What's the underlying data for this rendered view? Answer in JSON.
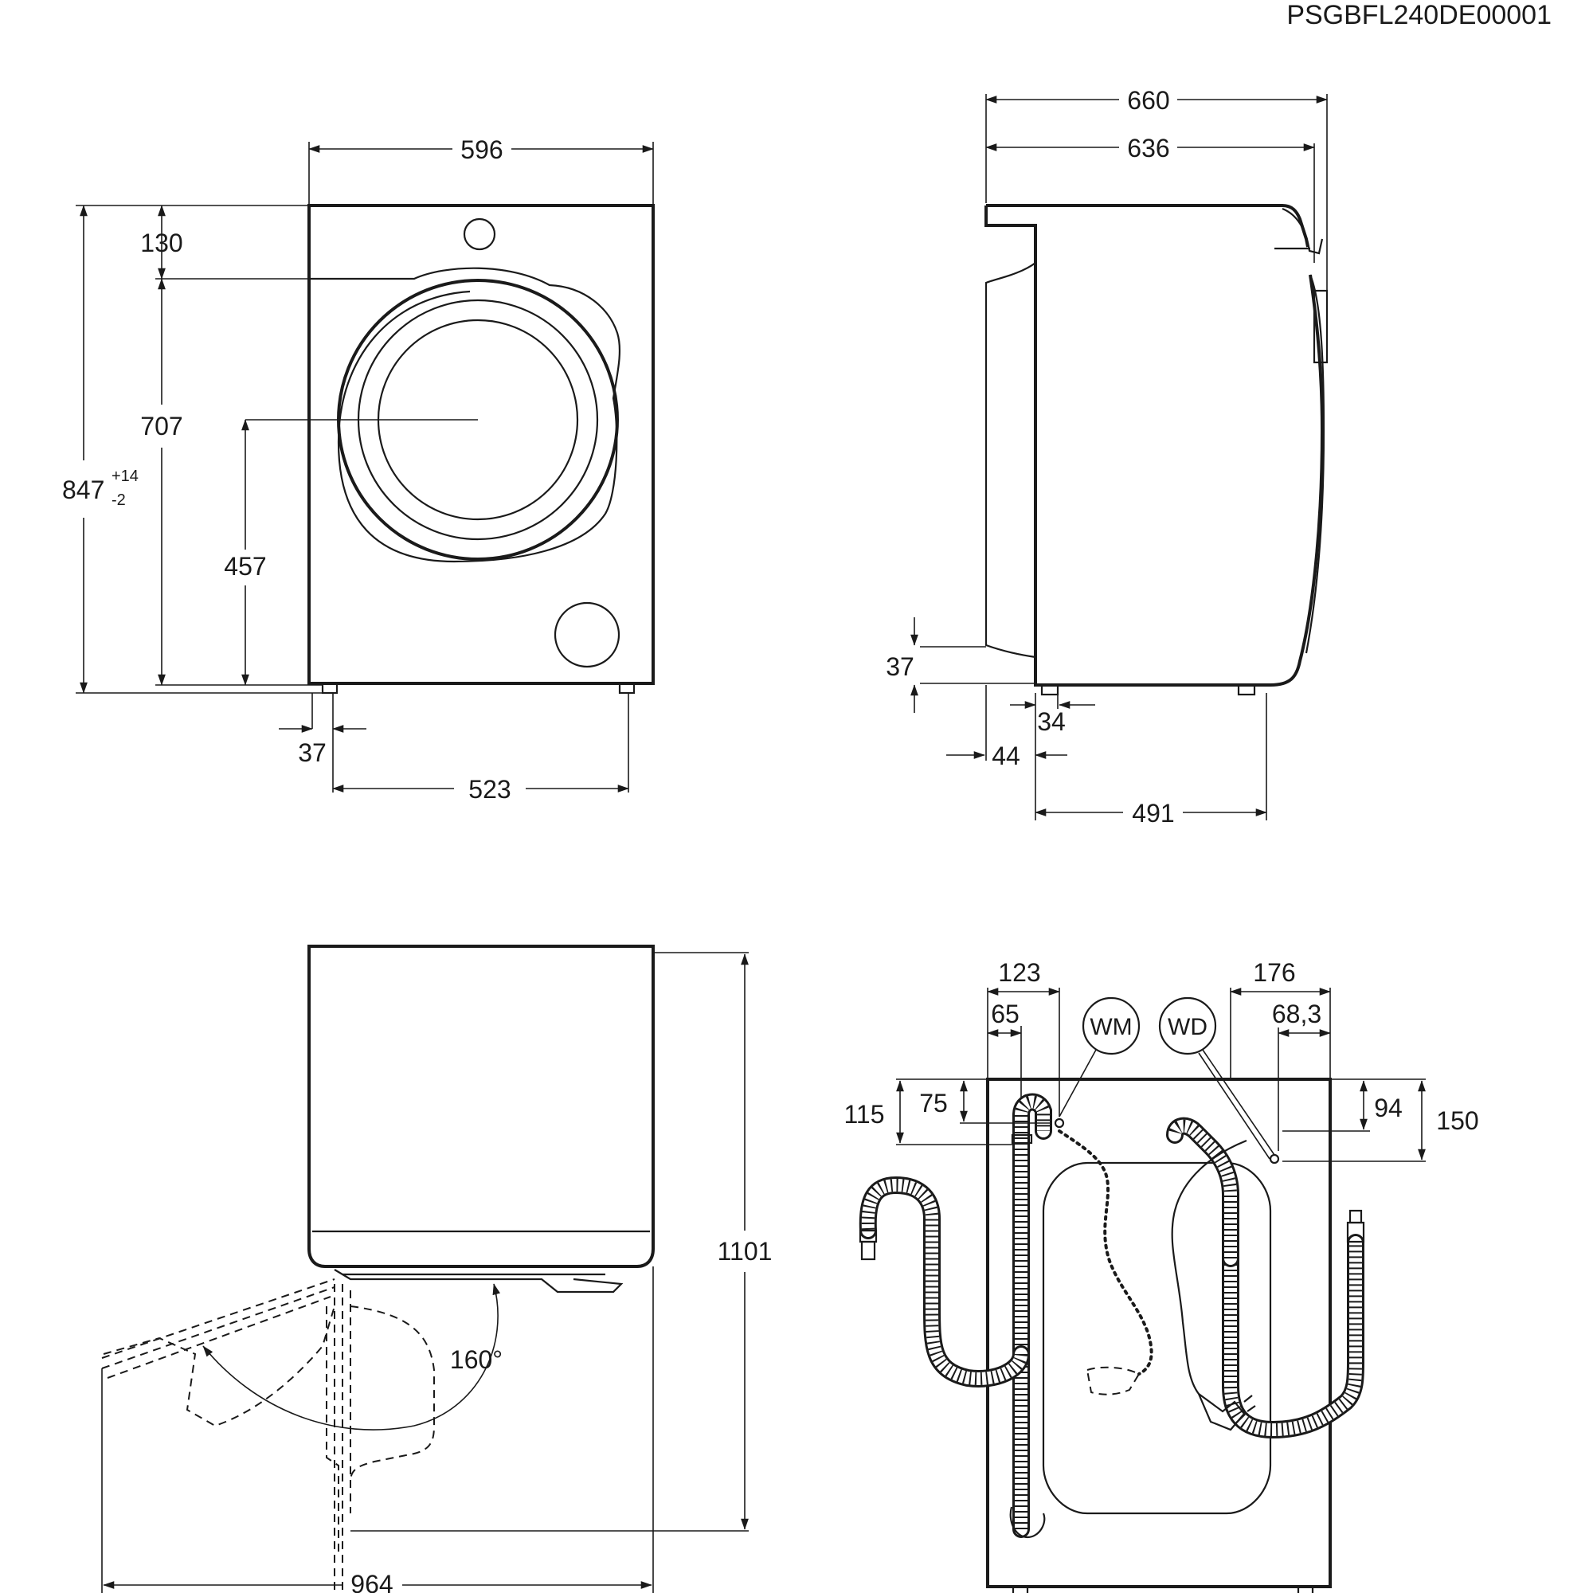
{
  "doc_code": "PSGBFL240DE00001",
  "front_view": {
    "width": "596",
    "top_panel": "130",
    "door_zone": "707",
    "height_main": "847",
    "height_tol_plus": "+14",
    "height_tol_minus": "-2",
    "door_center": "457",
    "foot_offset": "37",
    "foot_span": "523"
  },
  "side_view": {
    "depth_total": "660",
    "depth_body": "636",
    "plinth_height": "37",
    "foot_offset": "34",
    "rear_step": "44",
    "foot_span": "491"
  },
  "door_view": {
    "total_height": "1101",
    "swing_angle": "160°",
    "depth_door_open": "964"
  },
  "rear_view": {
    "dim_a": "123",
    "dim_b": "65",
    "dim_c": "176",
    "dim_d": "68,3",
    "dim_e": "115",
    "dim_f": "75",
    "dim_g": "94",
    "dim_h": "150",
    "tag_wm": "WM",
    "tag_wd": "WD"
  }
}
